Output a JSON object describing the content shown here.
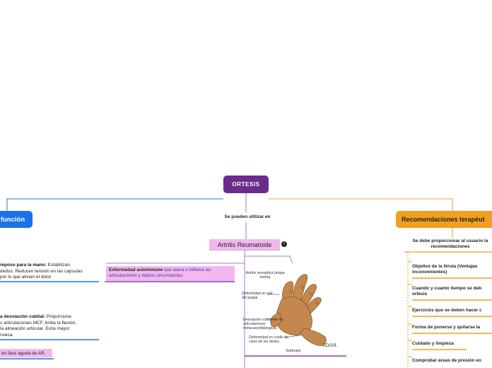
{
  "root": {
    "title": "ORTESIS"
  },
  "left_branch": {
    "title": "función",
    "notes": [
      {
        "bold": "reposo para la mano:",
        "text": " Estabilizan",
        "line2": "dedos. Reducen tensión en las capsulas",
        "line3": "por lo que alivian el dolor."
      },
      {
        "bold": "a desviación cubital:",
        "text": " Proporciona",
        "line2": "s articulaciones MCF, limita la flexión,",
        "line3": " la alineación articular. Evita mayor",
        "line4": "nseca."
      }
    ],
    "phase_note": "en fase aguda de AR."
  },
  "middle": {
    "connector_label": "Se pueden utilizar en",
    "disease": "Artritis Reumatoide",
    "info_icon": "info-icon",
    "enfermedad": {
      "bold": "Enfermedad autoinmune",
      "text": " que ataca e inflama las articulaciones y tejidos circundantes."
    },
    "image": {
      "labels": [
        "Artritis reumática (etapa tardía)",
        "Deformidad en ojal del pulgar",
        "Desviación cubital de las articulaciones metacarpofalángicas",
        "Deformidad en cuello de cisne de los dedos"
      ],
      "credit": "ADAM.",
      "caption": "Subtopic"
    }
  },
  "right_branch": {
    "title": "Recomendaciones terapéut",
    "subtitle": "Se debe proporcionar al usuario la recomendaciones",
    "subtitle_line1": "Se debe proporcionar al usuario la",
    "subtitle_line2": "recomendaciones",
    "items": [
      {
        "line1": "Objetivo de la férula (Ventajas",
        "line2": "inconvenientes)"
      },
      {
        "line1": "Cuando y cuanto tiempo se deb",
        "line2": "ortesis"
      },
      {
        "line1": "Ejercicios que se deben hacer c",
        "line2": ""
      },
      {
        "line1": "Forma de ponerse y quitarse la",
        "line2": ""
      },
      {
        "line1": "Cuidado y limpieza",
        "line2": ""
      },
      {
        "line1": "Comprobar áreas de presión en",
        "line2": ""
      }
    ]
  },
  "colors": {
    "root": "#6b2d8a",
    "left": "#1a73e8",
    "right": "#f0a01e",
    "pink": "#f2b8ee",
    "purple_line": "#b070d0"
  }
}
